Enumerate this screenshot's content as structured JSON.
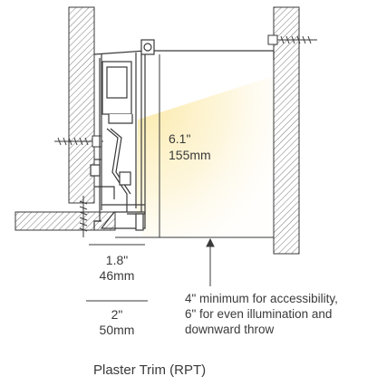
{
  "dimensions": {
    "height_in": "6.1\"",
    "height_mm": "155mm",
    "trim_width_in": "1.8\"",
    "trim_width_mm": "46mm",
    "overall_width_in": "2\"",
    "overall_width_mm": "50mm"
  },
  "note": {
    "line1": "4\" minimum for accessibility,",
    "line2": "6\" for even illumination and",
    "line3": "downward throw"
  },
  "caption": "Plaster Trim (RPT)",
  "colors": {
    "line": "#3a3a3a",
    "glow": "#fdf3cf",
    "hatch": "#555555"
  },
  "icons": {
    "fastener": "screw-icon",
    "light": "led-module-icon"
  }
}
